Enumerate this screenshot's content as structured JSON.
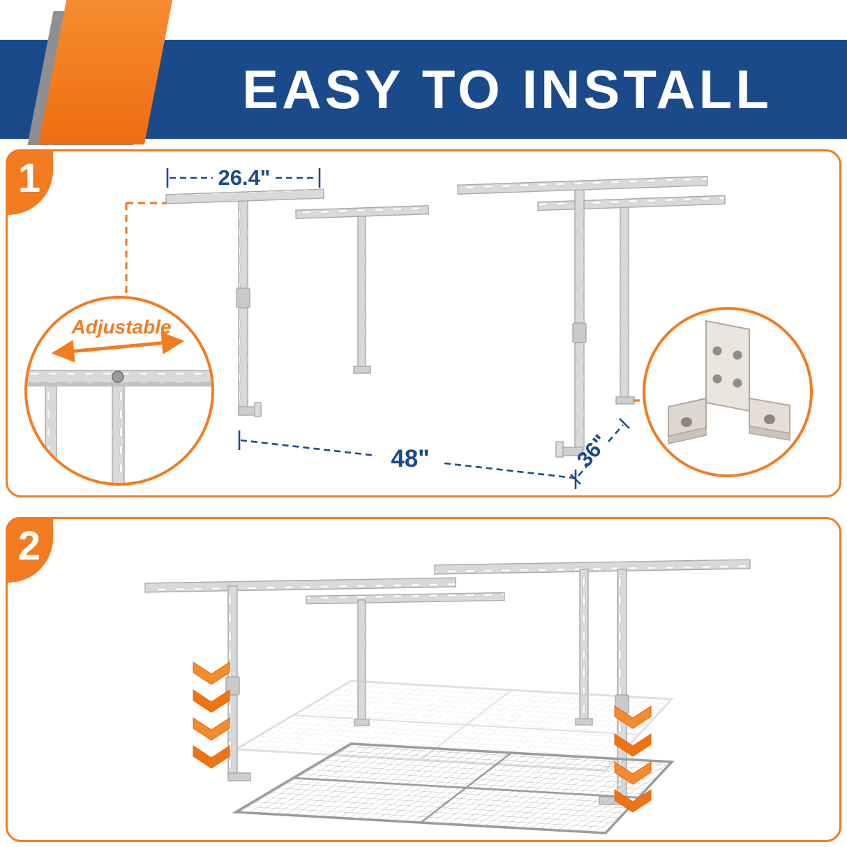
{
  "header": {
    "title": "EASY TO INSTALL"
  },
  "step1": {
    "number": "1",
    "dim_top": "26.4\"",
    "dim_length": "48\"",
    "dim_depth": "36\"",
    "callout_adjustable": "Adjustable"
  },
  "step2": {
    "number": "2"
  },
  "colors": {
    "banner_blue": "#1b4a8a",
    "accent_orange": "#f47b20",
    "dimension_navy": "#1b4a8a",
    "metal_gray": "#d9d9d9"
  }
}
